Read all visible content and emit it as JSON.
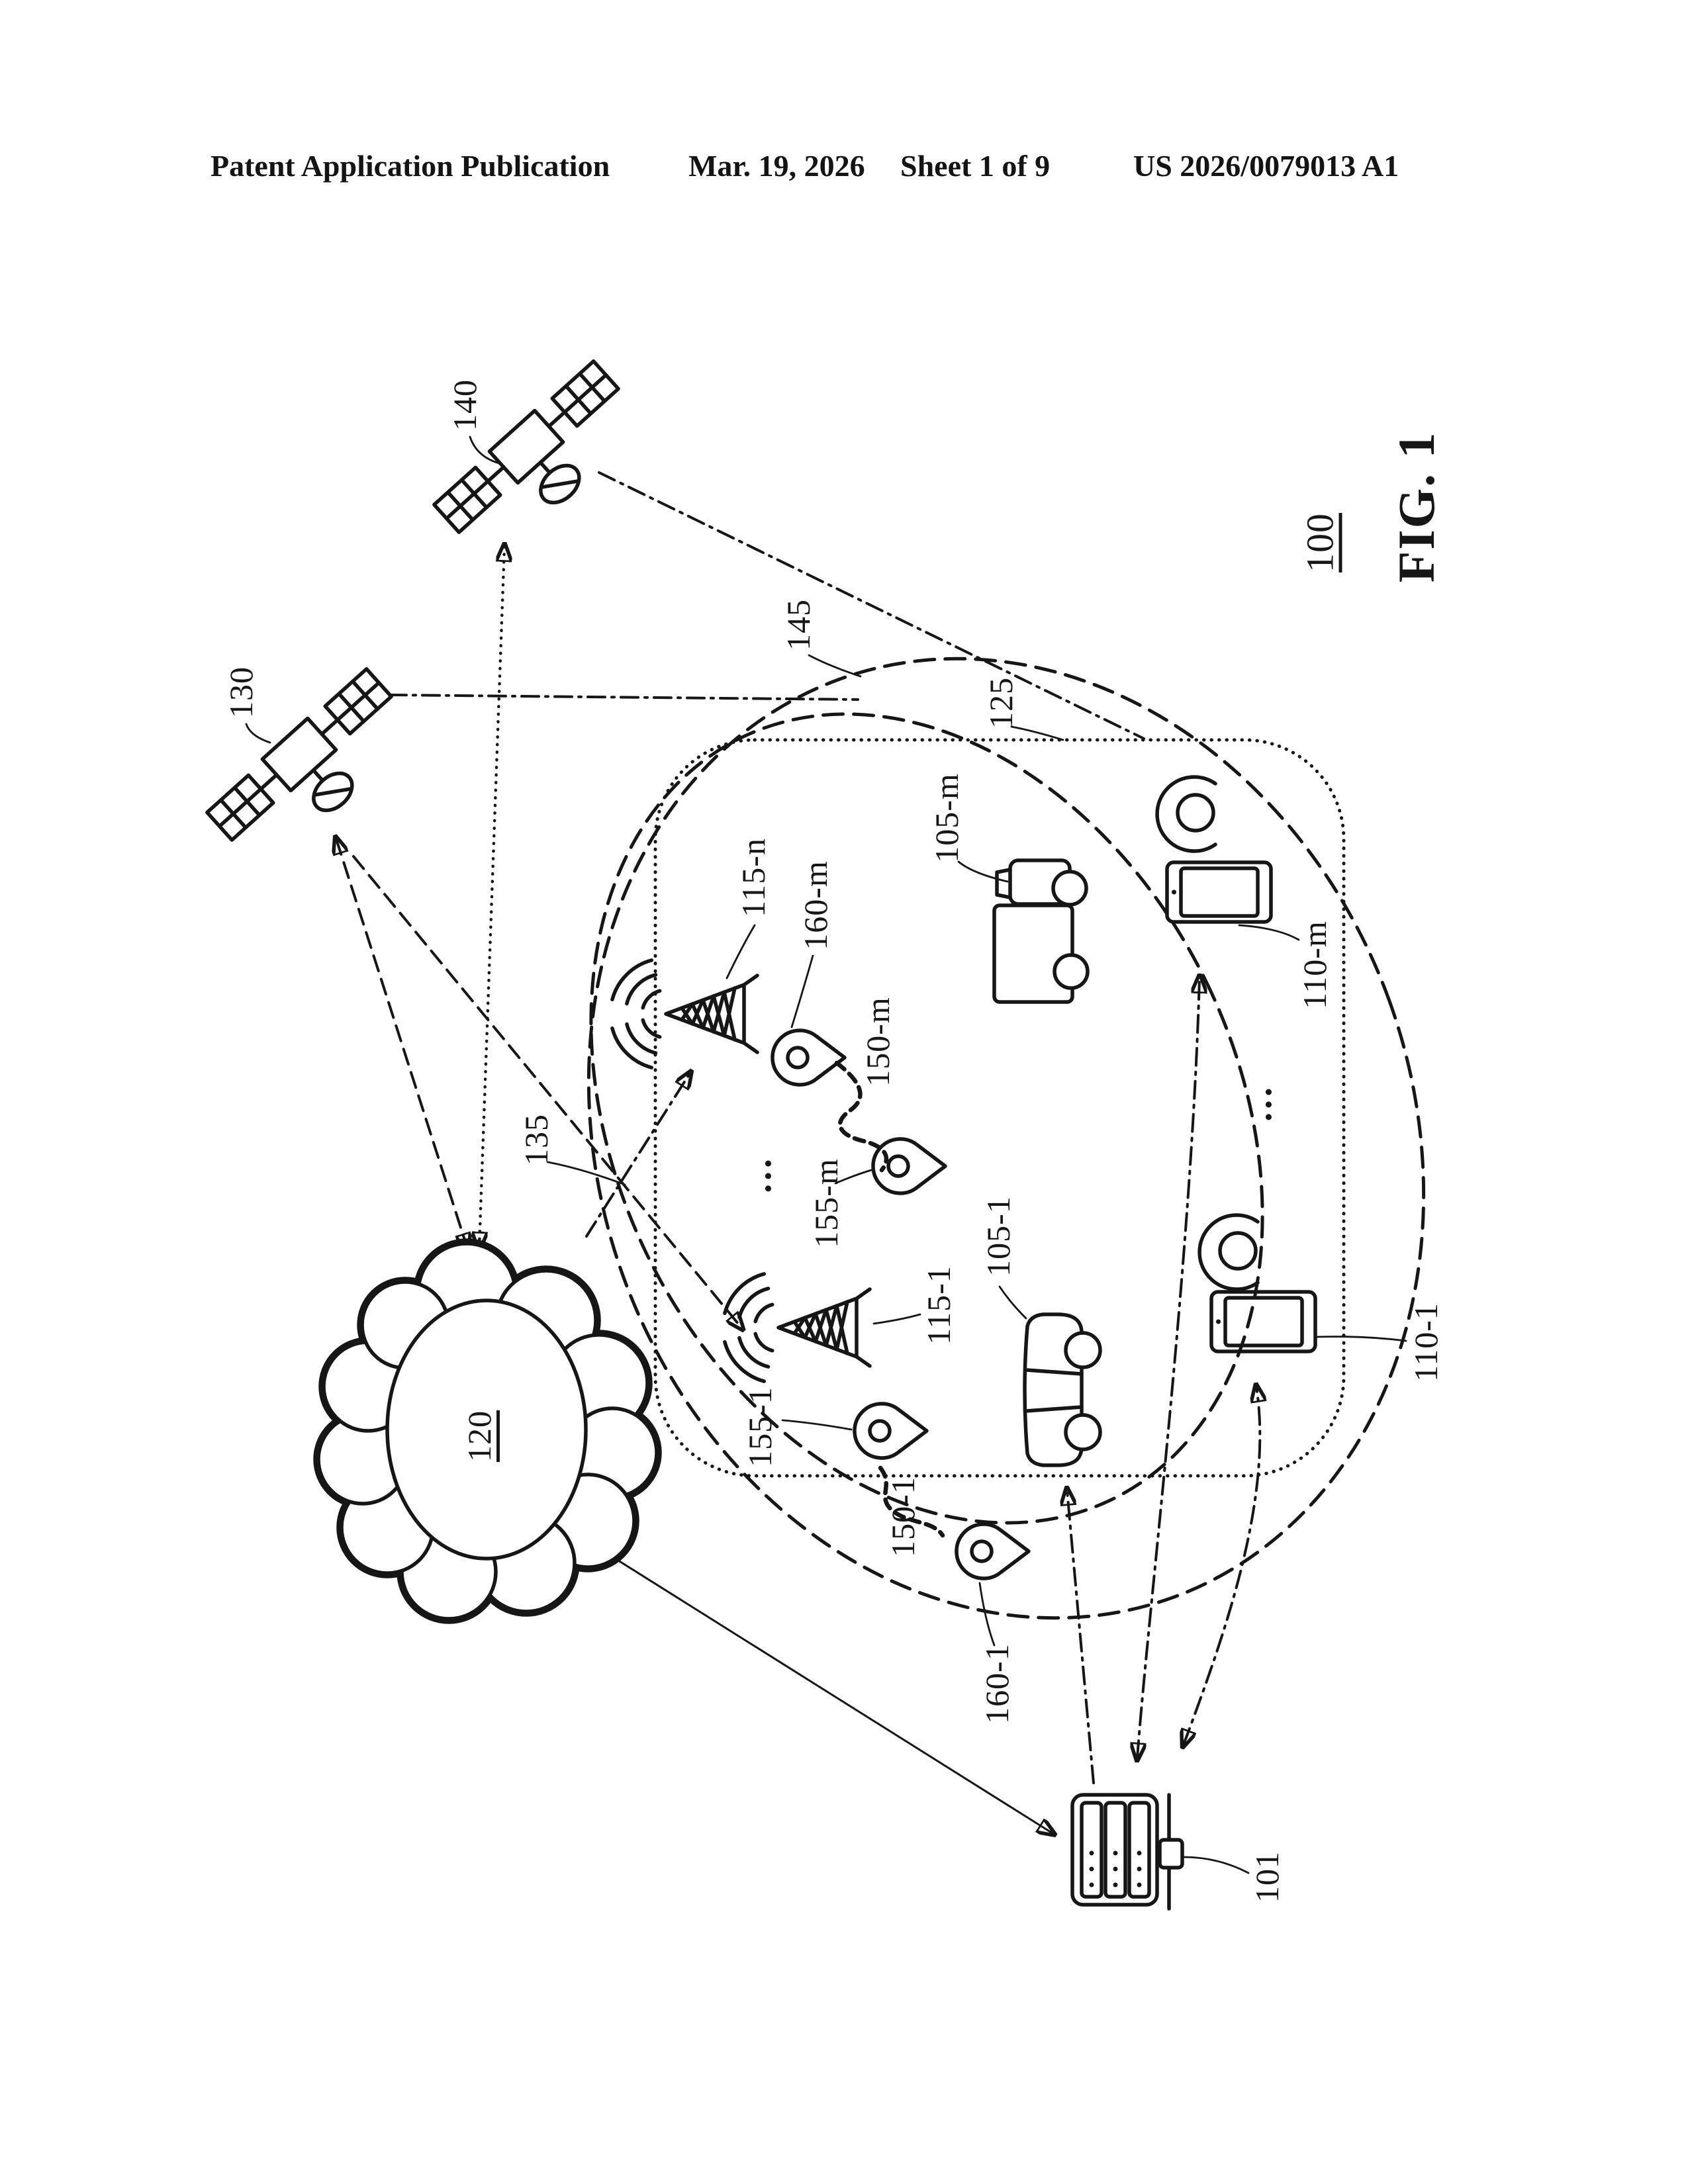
{
  "header": {
    "publication": "Patent Application Publication",
    "date": "Mar. 19, 2026",
    "sheet": "Sheet 1 of 9",
    "doc_number": "US 2026/0079013 A1"
  },
  "figure": {
    "figure_title": "FIG. 1",
    "system_ref": "100",
    "ink_color": "#161616",
    "background_color": "#ffffff",
    "labels": {
      "satellite_a": "140",
      "satellite_b": "130",
      "cloud": "120",
      "coverage_outer": "145",
      "coverage_inner": "135",
      "region_rect": "125",
      "base_station_n": "115-n",
      "base_station_1": "115-1",
      "pin_origin_m": "160-m",
      "route_m": "150-m",
      "pin_dest_m": "155-m",
      "pin_dest_1": "155-1",
      "route_1": "150-1",
      "pin_origin_1": "160-1",
      "truck_m": "105-m",
      "car_1": "105-1",
      "device_m": "110-m",
      "device_1": "110-1",
      "server": "101",
      "ellipsis_left": "…",
      "ellipsis_right": "…"
    }
  }
}
